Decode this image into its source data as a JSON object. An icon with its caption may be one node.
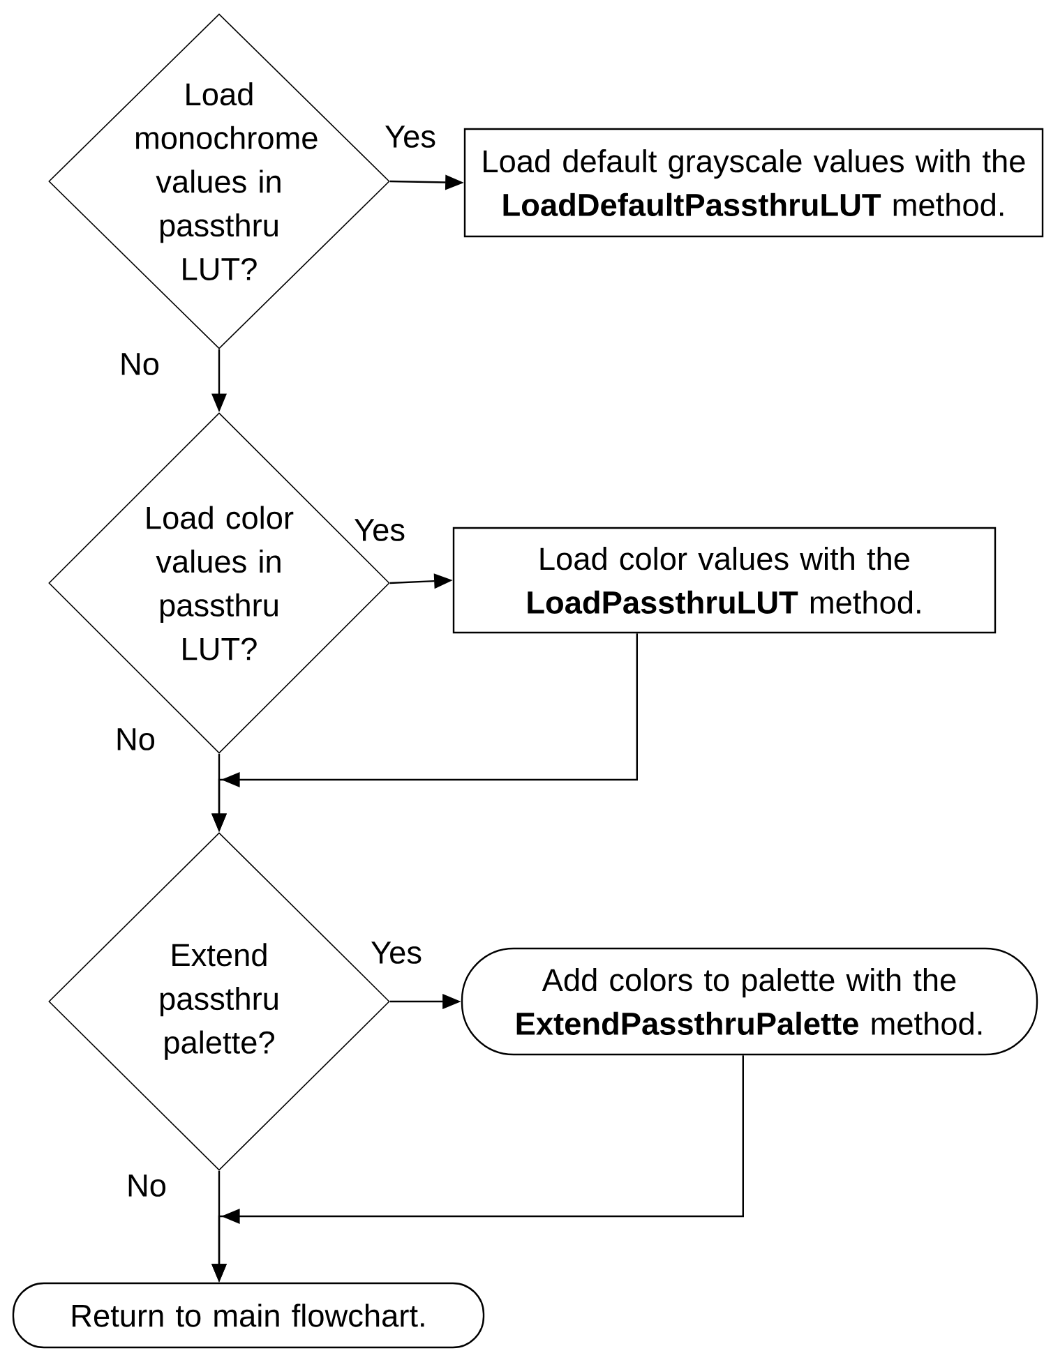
{
  "diagram": {
    "nodes": [
      {
        "text": [
          "Load monochrome values in passthru LUT?"
        ]
      },
      {
        "text": [
          "Load default grayscale values with the **LoadDefaultPassthruLUT** method."
        ]
      },
      {
        "text": [
          "Load color values in passthru LUT?"
        ]
      },
      {
        "text": [
          "Load color values with the **LoadPassthruLUT** method."
        ]
      },
      {
        "text": [
          "Extend passthru palette?"
        ]
      },
      {
        "text": [
          "Add colors to palette with the **ExtendPassthruPalette** method."
        ]
      },
      {
        "text": [
          "Return to main flowchart."
        ]
      }
    ],
    "edges": [
      {
        "from": 0,
        "to": 1,
        "arrow": "to",
        "label": "Yes"
      },
      {
        "from": 0,
        "to": 2,
        "arrow": "to",
        "label": "No"
      },
      {
        "from": 2,
        "to": 3,
        "arrow": "to",
        "label": "Yes"
      },
      {
        "from": 3,
        "to": 4,
        "arrow": "to"
      },
      {
        "from": 2,
        "to": 4,
        "arrow": "to",
        "label": "No"
      },
      {
        "from": 4,
        "to": 5,
        "arrow": "to",
        "label": "Yes"
      },
      {
        "from": 5,
        "to": 6,
        "arrow": "to"
      },
      {
        "from": 4,
        "to": 6,
        "arrow": "to",
        "label": "No"
      }
    ]
  }
}
